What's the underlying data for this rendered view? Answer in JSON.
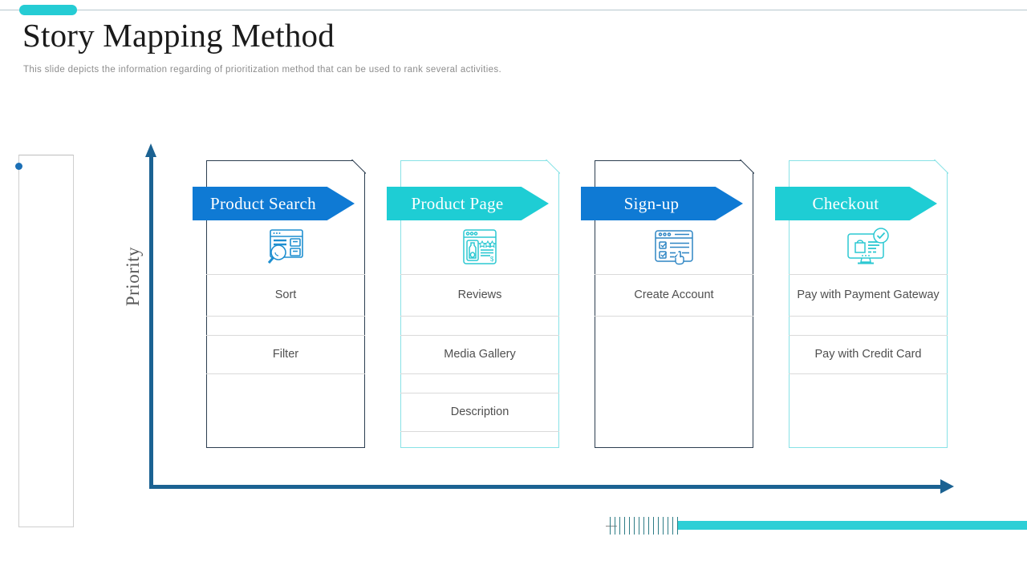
{
  "slide": {
    "title": "Story Mapping Method",
    "subtitle": "This slide depicts the information  regarding of prioritization method that can be used to rank several  activities.",
    "axis_y_label": "Priority"
  },
  "colors": {
    "blue": "#0f7ad4",
    "cyan": "#1ecdd4",
    "axis": "#1b6292",
    "card_border_blue": "#2c3e50",
    "card_border_cyan": "#88e2e6",
    "row_text": "#4f4f4f",
    "title": "#1b1b1b",
    "subtitle": "#8d8d8d",
    "accent_bar": "#2ecfd6"
  },
  "columns": [
    {
      "id": "product-search",
      "label": "Product Search",
      "theme": "blue",
      "icon": "browser-search-icon",
      "rows": [
        {
          "text": "Sort",
          "size": "h-big"
        },
        {
          "text": "",
          "size": "h-small"
        },
        {
          "text": "Filter",
          "size": "h-mid"
        },
        {
          "text": "",
          "size": "h-rest"
        }
      ]
    },
    {
      "id": "product-page",
      "label": "Product Page",
      "theme": "cyan",
      "icon": "product-page-icon",
      "rows": [
        {
          "text": "Reviews",
          "size": "h-big"
        },
        {
          "text": "",
          "size": "h-small"
        },
        {
          "text": "Media Gallery",
          "size": "h-mid"
        },
        {
          "text": "",
          "size": "h-small"
        },
        {
          "text": "Description",
          "size": "h-mid"
        },
        {
          "text": "",
          "size": "h-small"
        }
      ]
    },
    {
      "id": "sign-up",
      "label": "Sign-up",
      "theme": "blue",
      "icon": "signup-form-cursor-icon",
      "rows": [
        {
          "text": "Create Account",
          "size": "h-big"
        },
        {
          "text": "",
          "size": "h-rest"
        }
      ]
    },
    {
      "id": "checkout",
      "label": "Checkout",
      "theme": "cyan",
      "icon": "checkout-monitor-icon",
      "rows": [
        {
          "text": "Pay with  Payment Gateway",
          "size": "h-big"
        },
        {
          "text": "",
          "size": "h-small"
        },
        {
          "text": "Pay with  Credit Card",
          "size": "h-mid"
        },
        {
          "text": "",
          "size": "h-rest"
        }
      ]
    }
  ],
  "decorations": {
    "top_pill": "cyan-pill",
    "bottom_hatch": "hatch-pattern",
    "bottom_bar": "cyan-bar",
    "left_frame": "thin-rectangle-outline",
    "left_dot": "blue-dot"
  }
}
